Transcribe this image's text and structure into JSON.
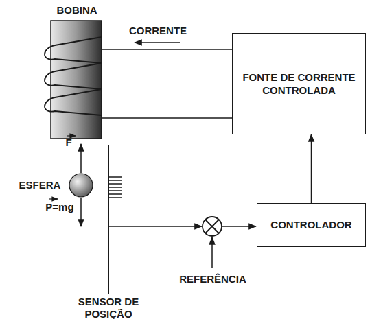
{
  "diagram": {
    "nodes": [
      {
        "text": [
          "FONTE DE CORRENTE CONTROLADA"
        ]
      },
      {
        "text": [
          "CONTROLADOR"
        ]
      }
    ],
    "edges": [
      {
        "from": 1,
        "to": 0,
        "arrow": "to"
      }
    ],
    "labels": [
      "BOBINA",
      "CORRENTE",
      "F",
      "ESFERA",
      "P=mg",
      "REFERÊNCIA",
      "SENSOR DE POSIÇÃO"
    ]
  }
}
